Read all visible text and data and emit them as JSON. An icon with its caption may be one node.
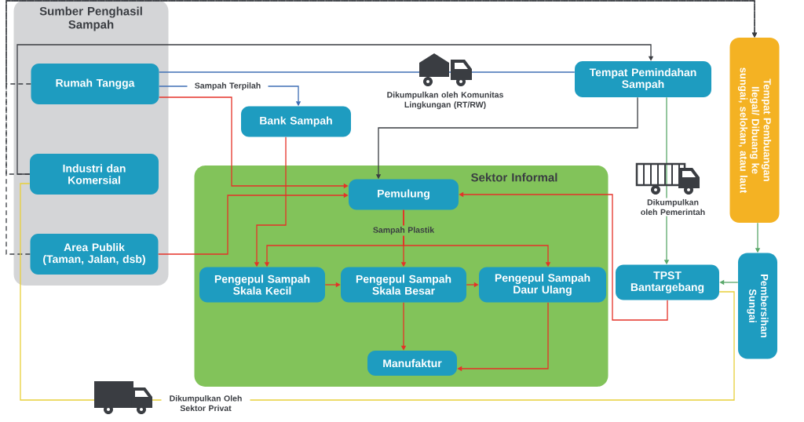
{
  "diagram": {
    "nodes": [
      {
        "text": [
          "Sumber Penghasil Sampah"
        ]
      },
      {
        "text": [
          "Rumah Tangga"
        ],
        "in": 0
      },
      {
        "text": [
          "Industri dan Komersial"
        ],
        "in": 0
      },
      {
        "text": [
          "Area Publik (Taman, Jalan, dsb)"
        ],
        "in": 0
      },
      {
        "text": [
          "Bank Sampah"
        ]
      },
      {
        "text": [
          "Tempat Pemindahan Sampah"
        ]
      },
      {
        "text": [
          "Tempat Pembuangan Ilegal/ Dibuang ke sungai, selokan, atau laut"
        ]
      },
      {
        "text": [
          "Sektor Informal"
        ]
      },
      {
        "text": [
          "Pemulung"
        ],
        "in": 7
      },
      {
        "text": [
          "Pengepul Sampah Skala Kecil"
        ],
        "in": 7
      },
      {
        "text": [
          "Pengepul Sampah Skala Besar"
        ],
        "in": 7
      },
      {
        "text": [
          "Pengepul Sampah Daur Ulang"
        ],
        "in": 7
      },
      {
        "text": [
          "Manufaktur"
        ],
        "in": 7
      },
      {
        "text": [
          "TPST Bantargebang"
        ]
      },
      {
        "text": [
          "Pembersihan Sungai"
        ]
      }
    ],
    "edges": [
      {
        "from": 1,
        "to": 6,
        "arrow": "to",
        "style": "dashed",
        "color": "#3a3d42"
      },
      {
        "from": 2,
        "to": 6,
        "arrow": "to",
        "style": "dashed",
        "color": "#3a3d42"
      },
      {
        "from": 3,
        "to": 6,
        "arrow": "to",
        "style": "dashed",
        "color": "#3a3d42"
      },
      {
        "from": 2,
        "to": 5,
        "arrow": "to",
        "color": "#3a3d42"
      },
      {
        "from": 1,
        "to": 5,
        "arrow": "none",
        "label": "Dikumpulkan oleh Komunitas Lingkungan (RT/RW)",
        "color": "#3f6fb5"
      },
      {
        "from": 1,
        "to": 4,
        "arrow": "to",
        "label": "Sampah Terpilah",
        "color": "#3f6fb5"
      },
      {
        "from": 1,
        "to": 8,
        "arrow": "to"
      },
      {
        "from": 3,
        "to": 8,
        "arrow": "to"
      },
      {
        "from": 4,
        "to": 9,
        "arrow": "to"
      },
      {
        "from": 5,
        "to": 8,
        "arrow": "to",
        "color": "#3a3d42"
      },
      {
        "from": 5,
        "to": 13,
        "arrow": "to",
        "label": "Dikumpulkan oleh Pemerintah",
        "color": "#5aa86a"
      },
      {
        "from": 13,
        "to": 8,
        "arrow": "to"
      },
      {
        "from": 6,
        "to": 14,
        "arrow": "to",
        "color": "#5aa86a"
      },
      {
        "from": 14,
        "to": 13,
        "arrow": "to",
        "color": "#5aa86a"
      },
      {
        "from": 8,
        "to": 9,
        "arrow": "to",
        "label": "Sampah Plastik"
      },
      {
        "from": 8,
        "to": 10,
        "arrow": "to"
      },
      {
        "from": 8,
        "to": 11,
        "arrow": "to"
      },
      {
        "from": 9,
        "to": 10,
        "arrow": "to"
      },
      {
        "from": 10,
        "to": 11,
        "arrow": "to"
      },
      {
        "from": 10,
        "to": 12,
        "arrow": "to"
      },
      {
        "from": 11,
        "to": 12,
        "arrow": "to"
      },
      {
        "from": 2,
        "to": 13,
        "arrow": "none",
        "label": "Dikumpulkan Oleh Sektor Privat",
        "color": "#e8cf3a"
      }
    ]
  }
}
